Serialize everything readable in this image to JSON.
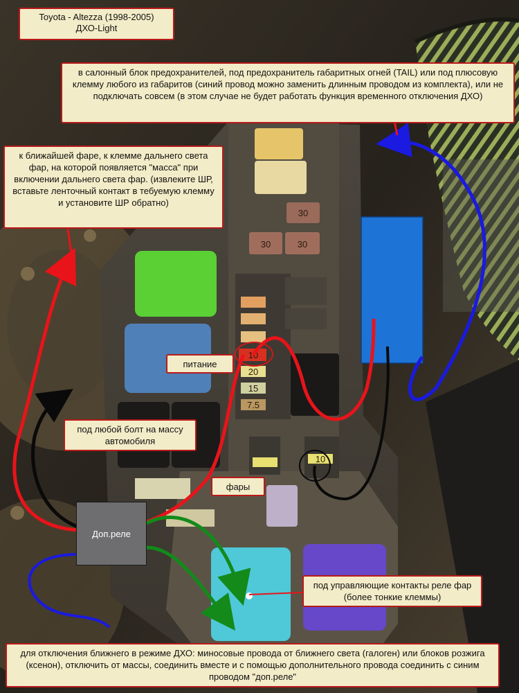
{
  "title": {
    "line1": "Toyota - Altezza (1998-2005)",
    "line2": "ДХО-Light"
  },
  "callouts": {
    "tail": "в салонный блок предохранителей, под предохранитель габаритных огней (TAIL) или под плюсовую клемму любого из габаритов (синий провод можно заменить длинным проводом из комплекта), или не подключать совсем (в этом случае не будет работать функция временного отключения ДХО)",
    "headlight": "к ближайшей фаре, к клемме дальнего света фар, на которой появляется \"масса\" при включении дальнего света фар. (извлеките ШР, вставьте ленточный контакт в тебуемую клемму и установите ШР обратно)",
    "power": "питание",
    "ground": "под любой болт на массу автомобиля",
    "lights": "фары",
    "relay_control": "под управляющие контакты реле фар (более тонкие клеммы)",
    "bottom": "для отключения ближнего в режиме ДХО: миносовые провода от ближнего света (галоген) или блоков розжига (ксенон), отключить от массы, соединить вместе и с помощью дополнительного провода соединить с синим проводом \"доп.реле\""
  },
  "relay_label": "Доп.реле",
  "fuse_labels": [
    "30",
    "30",
    "30",
    "10",
    "20",
    "15",
    "7.5",
    "10"
  ],
  "colors": {
    "callout_bg": "#f3ecc8",
    "callout_border": "#b81a1a",
    "wire_red": "#e8141a",
    "wire_blue": "#1a1ae0",
    "wire_green": "#138a1a",
    "wire_black": "#0a0a0a",
    "module_blue": "#1e73d6"
  }
}
